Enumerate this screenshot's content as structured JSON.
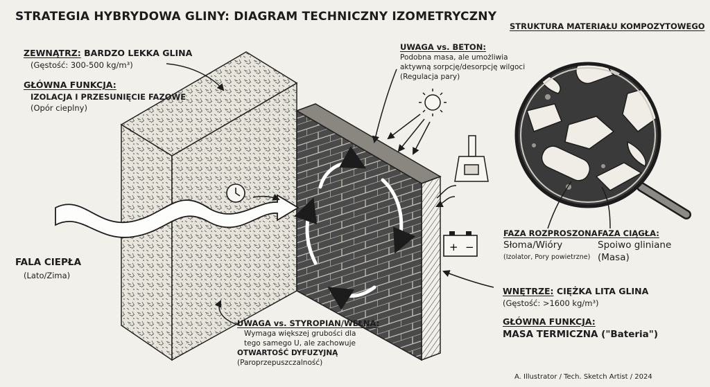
{
  "title": "STRATEGIA HYBRYDOWA GLINY: DIAGRAM TECHNICZNY IZOMETRYCZNY",
  "exterior": {
    "label": "ZEWNĄTRZ:",
    "material": "BARDZO LEKKA GLINA",
    "density": "(Gęstość: 300-500 kg/m³)",
    "function_label": "GŁÓWNA FUNKCJA:",
    "function": "IZOLACJA I PRZESUNIĘCIE FAZOWE",
    "function_note": "(Opór cieplny)"
  },
  "heat_wave": {
    "label": "FALA CIEPŁA",
    "note": "(Lato/Zima)"
  },
  "vs_concrete": {
    "label": "UWAGA vs. BETON:",
    "line1": "Podobna masa, ale umożliwia",
    "line2": "aktywną sorpcję/desorpcję wilgoci",
    "line3": "(Regulacja pary)"
  },
  "vs_styrofoam": {
    "label": "UWAGA vs. STYROPIAN/WEŁNA:",
    "line1": "Wymaga większej grubości dla",
    "line2": "tego samego U, ale zachowuje",
    "line3": "OTWARTOŚĆ DYFUZYJNĄ",
    "line4": "(Paroprzepuszczalność)"
  },
  "interior": {
    "label": "WNĘTRZE:",
    "material": "CIĘŻKA LITA GLINA",
    "density": "(Gęstość: >1600 kg/m³)",
    "function_label": "GŁÓWNA FUNKCJA:",
    "function": "MASA TERMICZNA (\"Bateria\")"
  },
  "composite": {
    "title": "STRUKTURA MATERIAŁU KOMPOZYTOWEGO",
    "dispersed": {
      "label": "FAZA ROZPROSZONA:",
      "material": "Słoma/Wióry",
      "note": "(Izolator, Pory powietrzne)"
    },
    "continuous": {
      "label": "FAZA CIĄGŁA:",
      "material": "Spoiwo gliniane",
      "note": "(Masa)"
    }
  },
  "battery": {
    "plus": "+",
    "minus": "−"
  },
  "credit": "A. Illustrator / Tech. Sketch Artist / 2024",
  "icons": [
    "sun-icon",
    "clock-icon",
    "stove-icon",
    "battery-icon",
    "magnifier-icon"
  ]
}
